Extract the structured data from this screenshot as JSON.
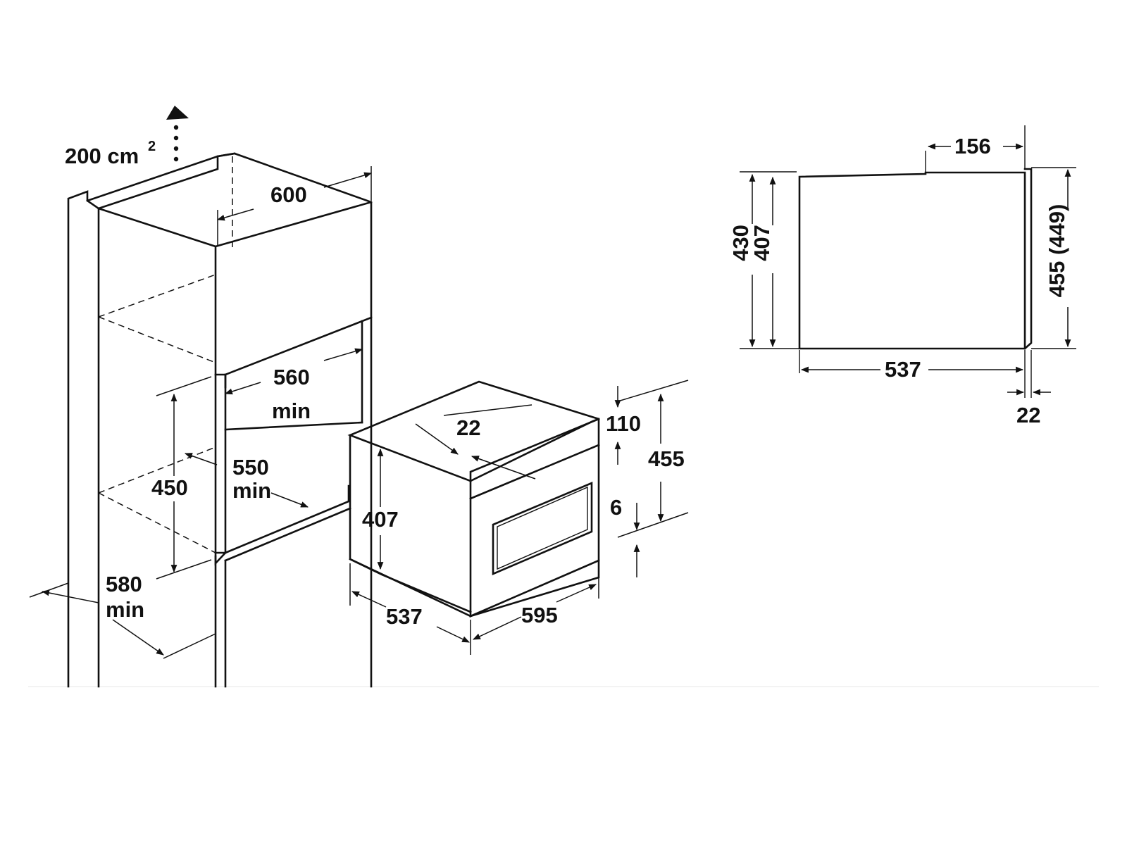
{
  "labels": {
    "vent_area": "200 cm",
    "vent_area_exp": "2",
    "niche_width_top": "600",
    "niche_inner_width": "560",
    "niche_inner_width_min": "min",
    "niche_depth": "550",
    "niche_depth_min": "min",
    "niche_height": "450",
    "cabinet_depth": "580",
    "cabinet_depth_min": "min",
    "oven_height_body": "407",
    "oven_depth": "537",
    "oven_width": "595",
    "door_thickness": "22",
    "top_gap": "110",
    "front_height": "455",
    "bottom_gap": "6",
    "side_top_offset": "156",
    "side_height_outer": "430",
    "side_height_body": "407",
    "side_front_height": "455 (449)",
    "side_depth": "537",
    "side_door": "22"
  },
  "colors": {
    "line": "#111111",
    "background": "#ffffff"
  }
}
